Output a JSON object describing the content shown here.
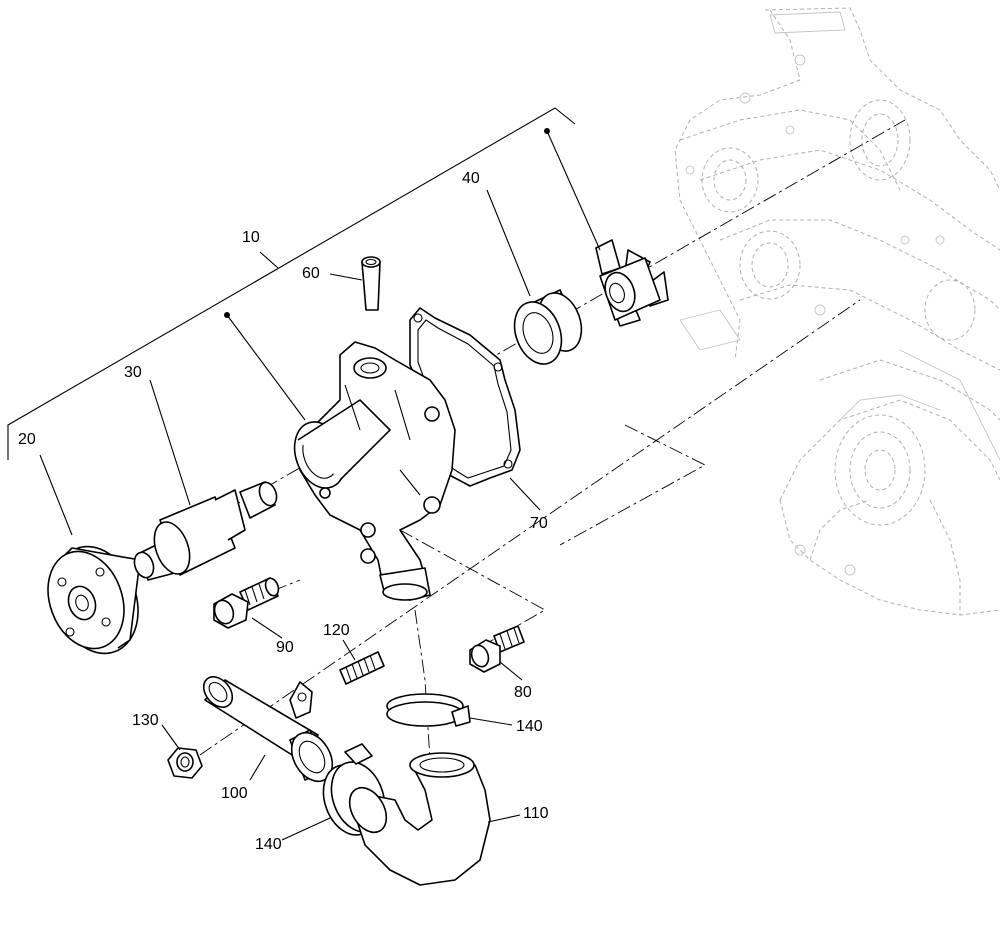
{
  "diagram": {
    "callouts": {
      "c10": "10",
      "c20": "20",
      "c30": "30",
      "c40": "40",
      "c60": "60",
      "c70": "70",
      "c80": "80",
      "c90": "90",
      "c100": "100",
      "c110": "110",
      "c120": "120",
      "c130": "130",
      "c140a": "140",
      "c140b": "140"
    }
  }
}
